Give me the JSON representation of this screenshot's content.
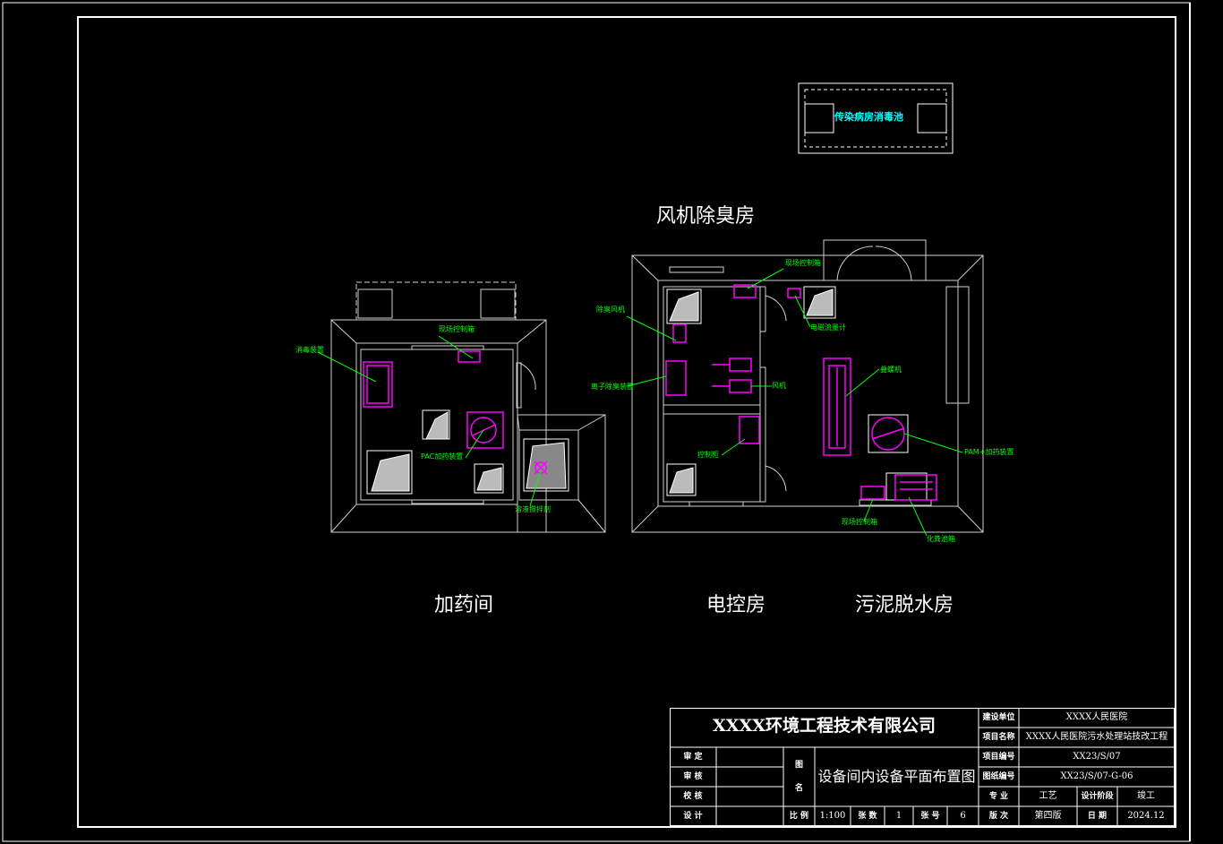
{
  "rooms": {
    "fan_deodor": "风机除臭房",
    "dosing": "加药间",
    "control": "电控房",
    "sludge": "污泥脱水房",
    "disinfect_pool": "传染病房消毒池"
  },
  "callouts": {
    "disinfect_device": "消毒装置",
    "local_cabinet_a": "现场控制箱",
    "pac_device": "PAC加药装置",
    "dosing_mixer": "溶液搅拌剂",
    "deodor_fan": "除臭风机",
    "ion_deodor": "离子除臭装置",
    "local_cabinet_b": "现场控制箱",
    "flowmeter": "电磁流量计",
    "fan": "风机",
    "control_cabinet": "控制柜",
    "screw_press": "叠螺机",
    "pam_device": "PAM+加药装置",
    "local_cabinet_c": "现场控制箱",
    "sludge_tank": "化粪池箱"
  },
  "title_block": {
    "company": "XXXX环境工程技术有限公司",
    "build_unit_label": "建设单位",
    "build_unit": "XXXX人民医院",
    "project_name_label": "项目名称",
    "project_name": "XXXX人民医院污水处理站技改工程",
    "project_no_label": "项目编号",
    "project_no": "XX23/S/07",
    "drawing_no_label": "图纸编号",
    "drawing_no": "XX23/S/07-G-06",
    "approve_label": "审 定",
    "review_label": "审 核",
    "check_label": "校 核",
    "design_label": "设 计",
    "drawing_name_label_1": "图",
    "drawing_name_label_2": "名",
    "drawing_name": "设备间内设备平面布置图",
    "major_label": "专 业",
    "major": "工艺",
    "stage_label": "设计阶段",
    "stage": "竣工",
    "scale_label": "比 例",
    "scale": "1:100",
    "sheets_label": "张 数",
    "sheets": "1",
    "sheet_no_label": "张 号",
    "sheet_no": "6",
    "version_label": "版 次",
    "version": "第四版",
    "date_label": "日 期",
    "date": "2024.12"
  }
}
